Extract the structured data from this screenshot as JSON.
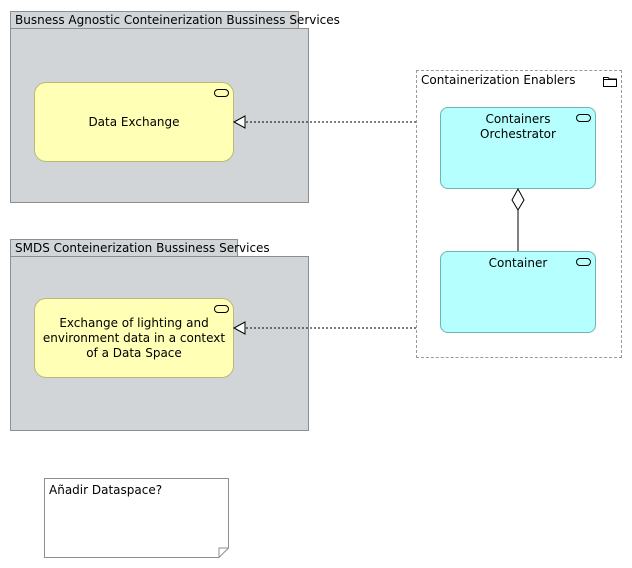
{
  "groups": {
    "agnostic": {
      "title": "Busness Agnostic Conteinerization Bussiness Services"
    },
    "smds": {
      "title": "SMDS Conteinerization Bussiness Services"
    }
  },
  "services": {
    "data_exchange": {
      "label": "Data Exchange",
      "icon": "business-service-icon"
    },
    "lighting_exchange": {
      "label": "Exchange of lighting and environment data in a context of a Data Space",
      "icon": "business-service-icon"
    }
  },
  "enablers": {
    "title": "Containerization Enablers",
    "icon": "folder-icon",
    "components": {
      "orchestrator": {
        "label": "Containers Orchestrator",
        "icon": "service-icon"
      },
      "container": {
        "label": "Container",
        "icon": "service-icon"
      }
    }
  },
  "note": {
    "text": "Añadir Dataspace?"
  },
  "colors": {
    "group_fill": "#d2d5d7",
    "service_fill": "#ffffb5",
    "component_fill": "#b5ffff",
    "border": "#8c8f92"
  }
}
